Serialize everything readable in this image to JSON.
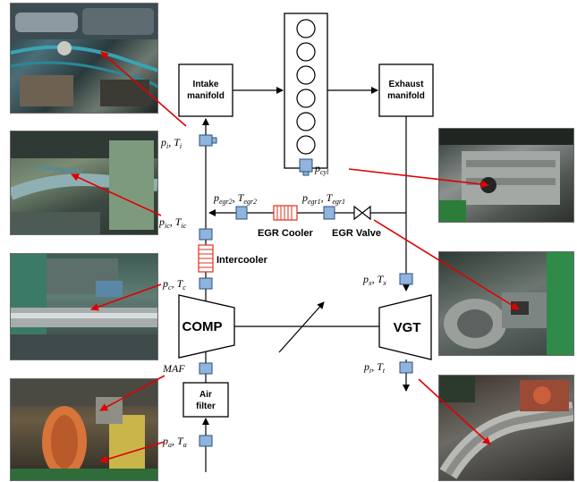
{
  "components": {
    "intake_manifold": [
      "Intake",
      "manifold"
    ],
    "exhaust_manifold": [
      "Exhaust",
      "manifold"
    ],
    "egr_cooler": "EGR Cooler",
    "egr_valve": "EGR Valve",
    "intercooler": "Intercooler",
    "compressor": "COMP",
    "turbine": "VGT",
    "air_filter": [
      "Air",
      "filter"
    ]
  },
  "sensors": {
    "intake": {
      "p": "p",
      "p_sub": "i",
      "sep": ", ",
      "t": "T",
      "t_sub": "i"
    },
    "cylinder": {
      "p": "p",
      "p_sub": "cyl"
    },
    "egr2": {
      "p": "p",
      "p_sub": "egr2",
      "sep": ", ",
      "t": "T",
      "t_sub": "egr2"
    },
    "egr1": {
      "p": "p",
      "p_sub": "egr1",
      "sep": ", ",
      "t": "T",
      "t_sub": "egr1"
    },
    "intercooler_out": {
      "p": "p",
      "p_sub": "ic",
      "sep": ", ",
      "t": "T",
      "t_sub": "ic"
    },
    "compressor_out": {
      "p": "p",
      "p_sub": "c",
      "sep": ", ",
      "t": "T",
      "t_sub": "c"
    },
    "exhaust": {
      "p": "p",
      "p_sub": "x",
      "sep": ", ",
      "t": "T",
      "t_sub": "x"
    },
    "turbine_out": {
      "p": "p",
      "p_sub": "t",
      "sep": ", ",
      "t": "T",
      "t_sub": "t"
    },
    "maf": {
      "label": "MAF"
    },
    "ambient": {
      "p": "p",
      "p_sub": "a",
      "sep": ", ",
      "t": "T",
      "t_sub": "a"
    }
  },
  "colors": {
    "line": "#000000",
    "sensor": "#8fb4dd",
    "pointer": "#e00000",
    "cooler": "#e03020"
  },
  "photos": {
    "left": [
      "photo-intake-engine",
      "photo-intercooler-pipe",
      "photo-test-cell-compressor",
      "photo-air-filter-maf"
    ],
    "right": [
      "photo-cylinder-head",
      "photo-egr-valve",
      "photo-turbine-outlet"
    ]
  }
}
